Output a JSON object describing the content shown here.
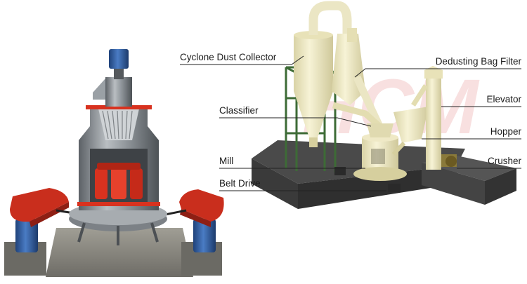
{
  "labels": {
    "left": [
      {
        "key": "cyclone",
        "text": "Cyclone Dust Collector"
      },
      {
        "key": "classifier",
        "text": "Classifier"
      },
      {
        "key": "mill",
        "text": "Mill"
      },
      {
        "key": "belt",
        "text": "Belt Drive"
      }
    ],
    "right": [
      {
        "key": "bagfilter",
        "text": "Dedusting Bag Filter"
      },
      {
        "key": "elevator",
        "text": "Elevator"
      },
      {
        "key": "hopper",
        "text": "Hopper"
      },
      {
        "key": "crusher",
        "text": "Crusher"
      }
    ]
  },
  "watermark_text": "HCM",
  "colors": {
    "machine_gray": "#8c9298",
    "accent_red": "#d8321f",
    "motor_blue": "#2f5fa8",
    "concrete": "#8a8a82",
    "cream": "#f2edc8",
    "frame_green": "#3d6b36",
    "dark_base": "#3a3a3a",
    "watermark_red": "#f3c8c8",
    "leader_line": "#222222"
  }
}
